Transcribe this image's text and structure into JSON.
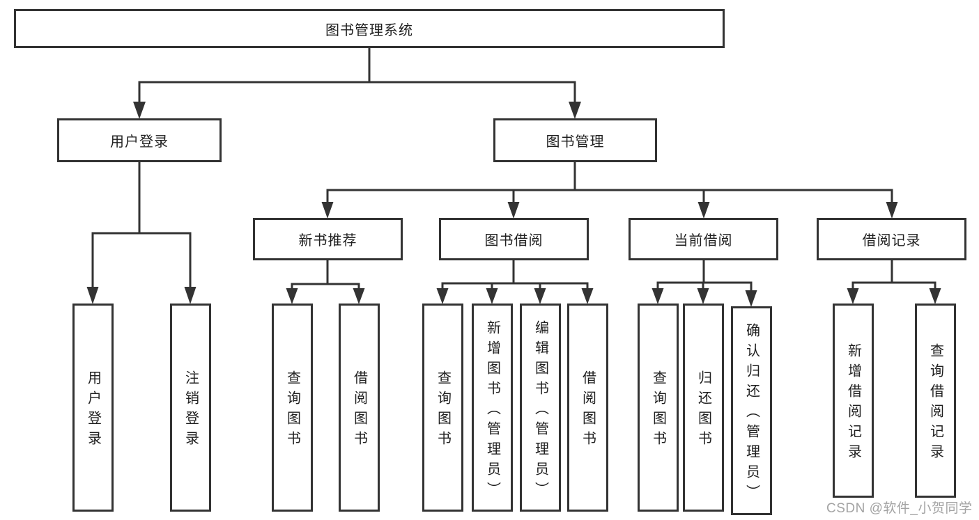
{
  "diagram": {
    "type": "hierarchy-tree",
    "tree": {
      "label": "图书管理系统",
      "children": [
        {
          "label": "用户登录",
          "children": [
            {
              "label": "用户登录"
            },
            {
              "label": "注销登录"
            }
          ]
        },
        {
          "label": "图书管理",
          "children": [
            {
              "label": "新书推荐",
              "children": [
                {
                  "label": "查询图书"
                },
                {
                  "label": "借阅图书"
                }
              ]
            },
            {
              "label": "图书借阅",
              "children": [
                {
                  "label": "查询图书"
                },
                {
                  "label": "新增图书（管理员）"
                },
                {
                  "label": "编辑图书（管理员）"
                },
                {
                  "label": "借阅图书"
                }
              ]
            },
            {
              "label": "当前借阅",
              "children": [
                {
                  "label": "查询图书"
                },
                {
                  "label": "归还图书"
                },
                {
                  "label": "确认归还（管理员）"
                }
              ]
            },
            {
              "label": "借阅记录",
              "children": [
                {
                  "label": "新增借阅记录"
                },
                {
                  "label": "查询借阅记录"
                }
              ]
            }
          ]
        }
      ]
    }
  },
  "watermark": "CSDN @软件_小贺同学",
  "colors": {
    "line": "#333333",
    "box_border": "#2f2f2f",
    "box_fill": "#ffffff",
    "text": "#1f1f1f",
    "watermark": "#a3a3a3",
    "background": "#ffffff"
  }
}
